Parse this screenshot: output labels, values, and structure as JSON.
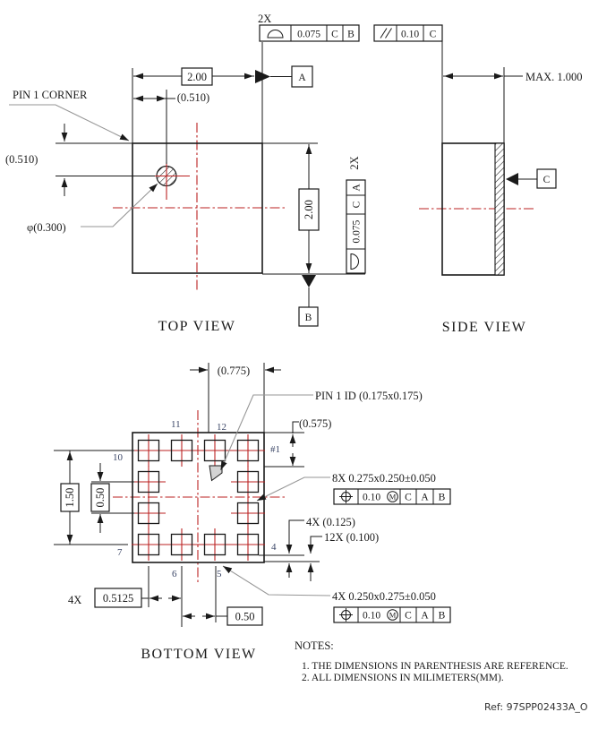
{
  "drawing_type": "package-outline-drawing",
  "colors": {
    "line": "#1a1a1a",
    "centerline_red": "#bb2222",
    "leader_gray": "#969696",
    "pin_number": "#3a4566"
  },
  "top_view": {
    "title": "TOP VIEW",
    "pin1_corner": "PIN 1 CORNER",
    "dim_width": "2.00",
    "dim_height": "2.00",
    "dim_pin_offset_x": "(0.510)",
    "dim_pin_offset_y": "(0.510)",
    "pin_marker_dia": "φ(0.300)",
    "count_2x_top": "2X",
    "count_2x_right": "2X",
    "datum_a": "A",
    "datum_b": "B",
    "fcf_profile_top": {
      "symbol": "profile-of-a-line",
      "tolerance": "0.075",
      "datum_1": "C",
      "datum_2": "B"
    },
    "fcf_parallelism": {
      "symbol": "parallelism",
      "tolerance": "0.10",
      "datum_1": "C"
    },
    "fcf_profile_right": {
      "symbol": "profile-of-a-line",
      "tolerance": "0.075",
      "datum_1": "C",
      "datum_2": "A"
    }
  },
  "side_view": {
    "title": "SIDE VIEW",
    "dim_max_height": "MAX. 1.000",
    "datum_c": "C"
  },
  "bottom_view": {
    "title": "BOTTOM VIEW",
    "dim_pin1_id_x": "(0.775)",
    "dim_pin1_id_y": "(0.575)",
    "pin1_id_label": "PIN 1 ID (0.175x0.175)",
    "dim_pad_row_span": "1.50",
    "dim_pad_pitch_left": "0.50",
    "dim_pad_pitch_bottom": "0.50",
    "count_4x_offset": "4X",
    "dim_pad_offset": "0.5125",
    "pad_label_8x": "8X  0.275x0.250±0.050",
    "pad_label_4x": "4X  0.250x0.275±0.050",
    "edge_label_4x": "4X  (0.125)",
    "edge_label_12x": "12X  (0.100)",
    "fcf_position_8x": {
      "symbol": "true-position",
      "tolerance": "0.10",
      "modifier": "M",
      "datum_1": "C",
      "datum_2": "A",
      "datum_3": "B"
    },
    "fcf_position_4x": {
      "symbol": "true-position",
      "tolerance": "0.10",
      "modifier": "M",
      "datum_1": "C",
      "datum_2": "A",
      "datum_3": "B"
    },
    "pins": {
      "p1": "#1",
      "p4": "4",
      "p5": "5",
      "p6": "6",
      "p7": "7",
      "p10": "10",
      "p11": "11",
      "p12": "12"
    }
  },
  "notes": {
    "heading": "NOTES:",
    "items": [
      "1. THE DIMENSIONS IN  PARENTHESIS ARE REFERENCE.",
      "2. ALL DIMENSIONS IN MILIMETERS(MM)."
    ]
  },
  "ref": "Ref: 97SPP02433A_O"
}
